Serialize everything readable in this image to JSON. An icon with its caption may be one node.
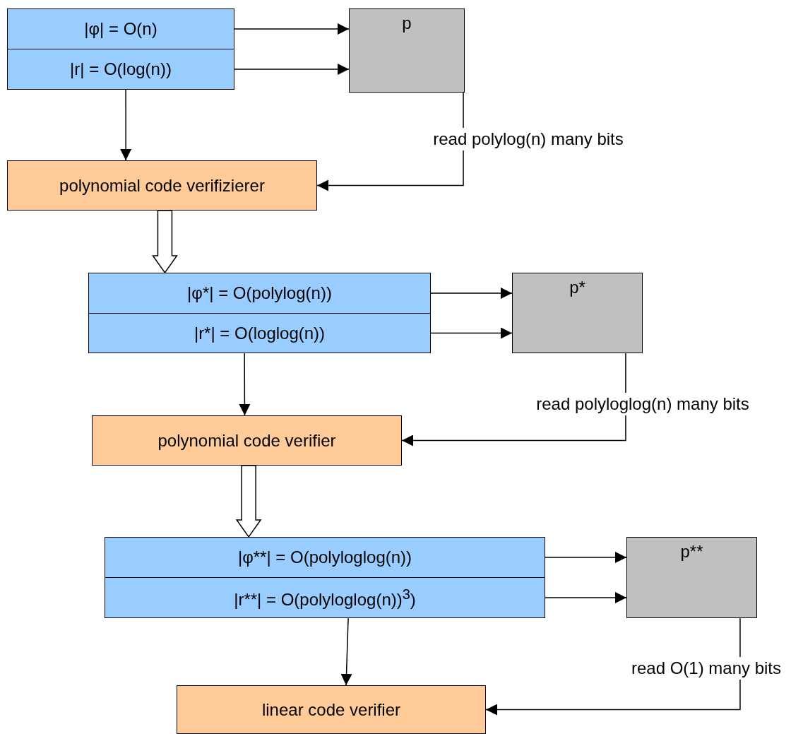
{
  "diagram": {
    "nodes": [
      {
        "text": [
          "|φ| = O(n)"
        ]
      },
      {
        "text": [
          "|r| = O(log(n))"
        ]
      },
      {
        "text": [
          "p"
        ]
      },
      {
        "text": [
          "polynomial code verifizierer"
        ]
      },
      {
        "text": [
          "|φ*| = O(polylog(n))"
        ]
      },
      {
        "text": [
          "|r*| = O(loglog(n))"
        ]
      },
      {
        "text": [
          "p*"
        ]
      },
      {
        "text": [
          "polynomial code verifier"
        ]
      },
      {
        "text": [
          "|φ**| = O(polyloglog(n))"
        ]
      },
      {
        "text": [
          "|r**| = O(polyloglog(n))$^{3}$)"
        ]
      },
      {
        "text": [
          "p**"
        ]
      },
      {
        "text": [
          "linear code verifier"
        ]
      }
    ],
    "edges": [
      {
        "from": 0,
        "to": 2,
        "arrow": "to"
      },
      {
        "from": 1,
        "to": 2,
        "arrow": "to"
      },
      {
        "from": 1,
        "to": 3,
        "arrow": "to"
      },
      {
        "from": 2,
        "to": 3,
        "arrow": "to",
        "label": "read polylog(n) many bits"
      },
      {
        "from": 3,
        "to": 4,
        "arrow": "to",
        "style": "thick"
      },
      {
        "from": 4,
        "to": 6,
        "arrow": "to"
      },
      {
        "from": 5,
        "to": 6,
        "arrow": "to"
      },
      {
        "from": 5,
        "to": 7,
        "arrow": "to"
      },
      {
        "from": 6,
        "to": 7,
        "arrow": "to",
        "label": "read polyloglog(n) many bits"
      },
      {
        "from": 7,
        "to": 8,
        "arrow": "to",
        "style": "thick"
      },
      {
        "from": 8,
        "to": 10,
        "arrow": "to"
      },
      {
        "from": 9,
        "to": 10,
        "arrow": "to"
      },
      {
        "from": 9,
        "to": 11,
        "arrow": "to"
      },
      {
        "from": 10,
        "to": 11,
        "arrow": "to",
        "label": "read O(1) many bits"
      }
    ]
  }
}
